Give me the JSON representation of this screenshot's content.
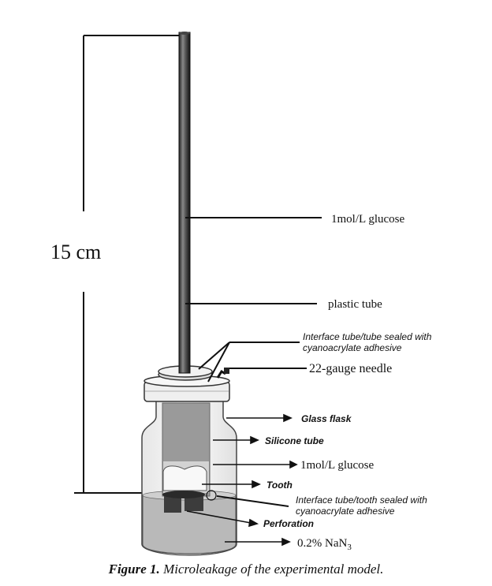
{
  "diagram": {
    "scale_label": "15 cm",
    "labels": {
      "tube_content": "1mol/L glucose",
      "plastic_tube": "plastic tube",
      "interface_top_1": "Interface tube/tube sealed with",
      "interface_top_2": "cyanoacrylate adhesive",
      "needle": "22-gauge needle",
      "glass_flask": "Glass flask",
      "silicone_tube": "Silicone tube",
      "flask_content": "1mol/L glucose",
      "tooth": "Tooth",
      "interface_tooth_1": "Interface tube/tooth sealed with",
      "interface_tooth_2": "cyanoacrylate adhesive",
      "perforation": "Perforation",
      "solution_prefix": "0.2% NaN",
      "solution_subscript": "3"
    }
  },
  "caption": {
    "label": "Figure 1.",
    "text": " Microleakage of the experimental model."
  }
}
